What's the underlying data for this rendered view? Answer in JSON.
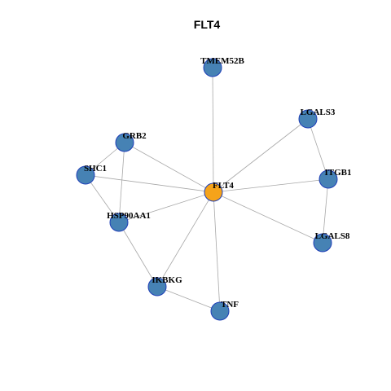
{
  "title": "FLT4",
  "colors": {
    "hub": "#f5a31a",
    "node": "#4682b4",
    "edge": "#a8a8a8",
    "outline": "#1f3fb8"
  },
  "network": {
    "nodes": [
      {
        "id": "FLT4",
        "label": "FLT4",
        "hub": true
      },
      {
        "id": "TMEM52B",
        "label": "TMEM52B"
      },
      {
        "id": "LGALS3",
        "label": "LGALS3"
      },
      {
        "id": "GRB2",
        "label": "GRB2"
      },
      {
        "id": "SHC1",
        "label": "SHC1"
      },
      {
        "id": "ITGB1",
        "label": "ITGB1"
      },
      {
        "id": "HSP90AA1",
        "label": "HSP90AA1"
      },
      {
        "id": "LGALS8",
        "label": "LGALS8"
      },
      {
        "id": "IKBKG",
        "label": "IKBKG"
      },
      {
        "id": "TNF",
        "label": "TNF"
      }
    ],
    "edges": [
      [
        "FLT4",
        "TMEM52B"
      ],
      [
        "FLT4",
        "LGALS3"
      ],
      [
        "FLT4",
        "GRB2"
      ],
      [
        "FLT4",
        "SHC1"
      ],
      [
        "FLT4",
        "ITGB1"
      ],
      [
        "FLT4",
        "HSP90AA1"
      ],
      [
        "FLT4",
        "LGALS8"
      ],
      [
        "FLT4",
        "IKBKG"
      ],
      [
        "FLT4",
        "TNF"
      ],
      [
        "GRB2",
        "SHC1"
      ],
      [
        "GRB2",
        "HSP90AA1"
      ],
      [
        "SHC1",
        "HSP90AA1"
      ],
      [
        "LGALS3",
        "ITGB1"
      ],
      [
        "ITGB1",
        "LGALS8"
      ],
      [
        "HSP90AA1",
        "IKBKG"
      ],
      [
        "IKBKG",
        "TNF"
      ]
    ]
  }
}
